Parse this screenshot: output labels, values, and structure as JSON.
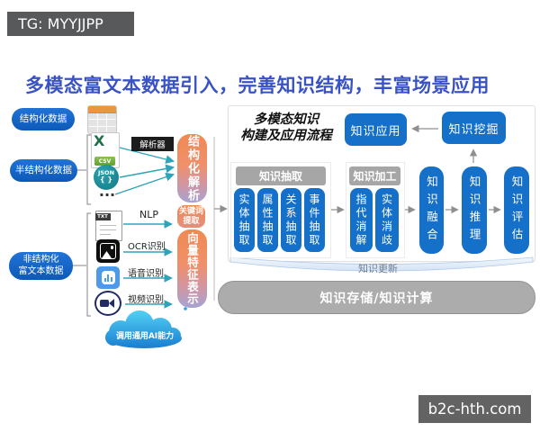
{
  "watermark_top": {
    "text": "TG: MYYJJPP"
  },
  "watermark_bottom": {
    "text": "b2c-hth.com"
  },
  "headline": "多模态富文本数据引入，完善知识结构，丰富场景应用",
  "left_flow": {
    "structured": {
      "label": "结构化数据"
    },
    "semi_structured": {
      "label": "半结构化数据",
      "parser_tag": "解析器",
      "excel_x": "X",
      "csv_label": "CSV",
      "json_label": "JSON",
      "json_braces": "{ }",
      "ellipsis": "..."
    },
    "unstructured": {
      "label_line1": "非结构化",
      "label_line2": "富文本数据",
      "txt_label": "TXT",
      "methods": [
        "NLP",
        "OCR识别",
        "语音识别",
        "视频识别"
      ]
    },
    "processors": {
      "structural_parsing": "结构化解析",
      "keyword_line1": "关键词",
      "keyword_line2": "提取",
      "vector_feature": "向量特征表示"
    },
    "cloud_label": "调用通用AI能力"
  },
  "flow_panel": {
    "title_line1": "多模态知识",
    "title_line2": "构建及应用流程",
    "knowledge_application": "知识应用",
    "knowledge_mining": "知识挖掘",
    "extraction": {
      "header": "知识抽取",
      "items": [
        "实体抽取",
        "属性抽取",
        "关系抽取",
        "事件抽取"
      ]
    },
    "processing": {
      "header": "知识加工",
      "items": [
        "指代消解",
        "实体消歧"
      ]
    },
    "stages": [
      "知识融合",
      "知识推理",
      "知识评估"
    ],
    "update_label": "知识更新",
    "storage_label": "知识存储/知识计算"
  },
  "colors": {
    "headline_blue": "#3A53C4",
    "flow_blue": "#1470C8",
    "pill_blue_top": "#2173D6",
    "pill_blue_bottom": "#0C59B8",
    "orange": "#EF8A52",
    "lavender_fade": "#A7A3D3",
    "teal_arrow": "#2FA3B8",
    "gray_box": "#A6A6A6",
    "watermark_bg": "#58595B",
    "cloud_top": "#4FCBF2",
    "cloud_bottom": "#1578CE"
  }
}
